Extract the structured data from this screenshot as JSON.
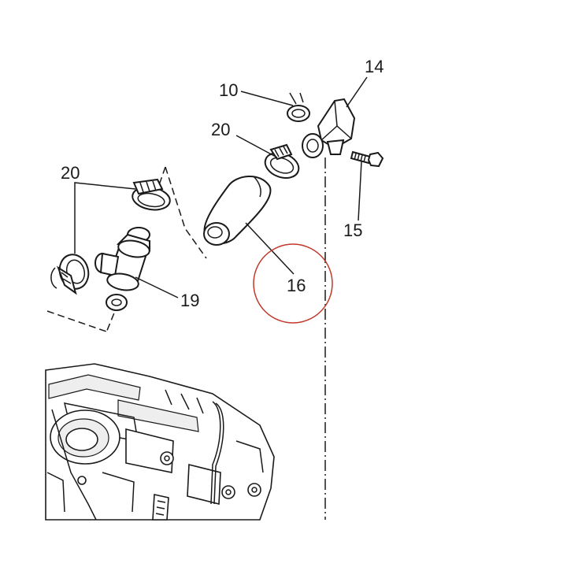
{
  "diagram": {
    "callouts": {
      "c14": "14",
      "c10": "10",
      "c20a": "20",
      "c20b": "20",
      "c15": "15",
      "c16": "16",
      "c19": "19"
    },
    "highlight_color": "#c0392b"
  }
}
